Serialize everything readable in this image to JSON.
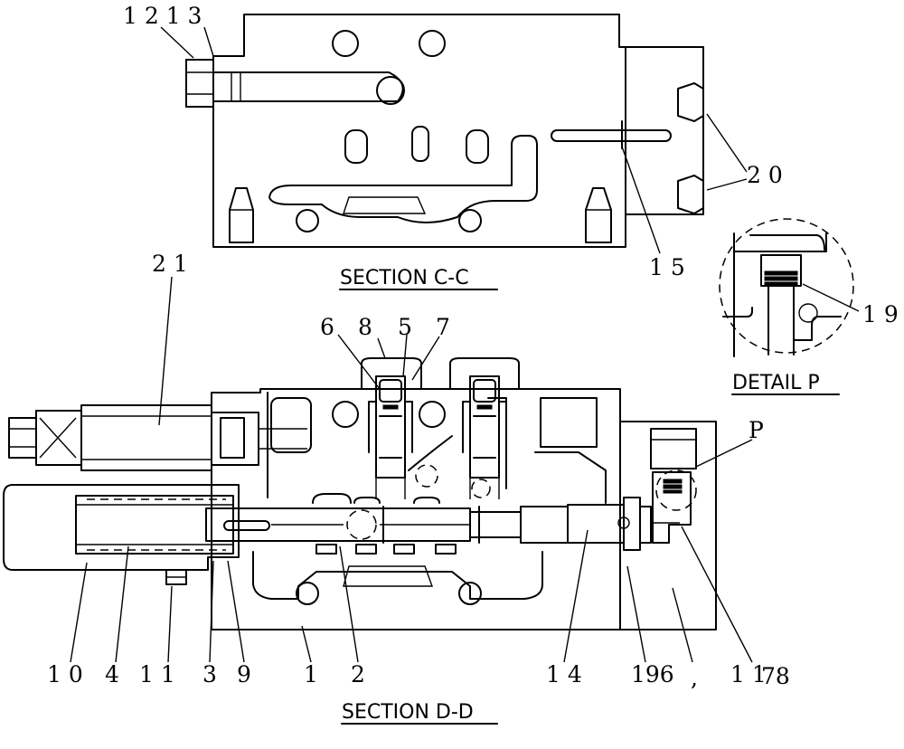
{
  "titles": {
    "section_cc": "SECTION  C-C",
    "section_dd": "SECTION  D-D",
    "detail_p": "DETAIL  P"
  },
  "callouts": {
    "c12_13": "1 2 1 3",
    "c20": "2 0",
    "c15": "1 5",
    "c19": "1 9",
    "c21": "2 1",
    "c6": "6",
    "c8": "8",
    "c5": "5",
    "c7": "7",
    "cP": "P",
    "c10": "1 0",
    "c4": "4",
    "c11": "1 1",
    "c3": "3",
    "c9": "9",
    "c1": "1",
    "c2": "2",
    "c14": "1 4",
    "c19_6": "196",
    "comma": ",",
    "c17_18": "1 1",
    "c17_18_b": "78"
  }
}
